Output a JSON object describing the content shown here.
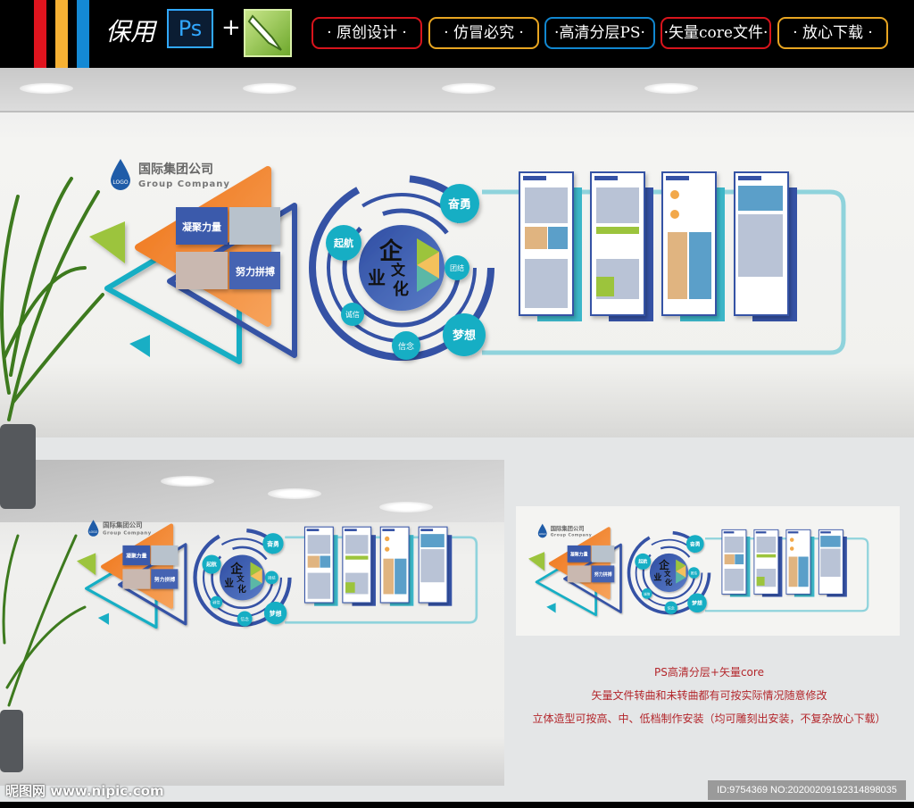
{
  "header": {
    "signature": "保用",
    "ps_label": "Ps",
    "plus": "+",
    "tags": [
      {
        "label": "· 原创设计 ·",
        "color": "#d8141c"
      },
      {
        "label": "· 仿冒必究 ·",
        "color": "#e8a521"
      },
      {
        "label": "·高清分层PS·",
        "color": "#1187d0"
      },
      {
        "label": "·矢量core文件·",
        "color": "#d8141c"
      },
      {
        "label": "· 放心下载 ·",
        "color": "#e8a521"
      }
    ],
    "bar_colors": [
      "#e0141e",
      "#f6b134",
      "#1489d4"
    ]
  },
  "design": {
    "logo": "LOGO",
    "company_cn": "国际集团公司",
    "company_en": "Group Company",
    "tile_1": "凝聚力量",
    "tile_2": "努力拼搏",
    "center_title_1": "企",
    "center_title_2": "业",
    "center_title_3": "文",
    "center_title_4": "化",
    "bubbles": [
      "奋勇",
      "起航",
      "团结",
      "诚信",
      "信念",
      "梦想"
    ],
    "colors": {
      "orange": "#ef7d22",
      "blue": "#3552a5",
      "teal": "#19aec4",
      "lime": "#9cc43c"
    }
  },
  "notes": {
    "line_1": "PS高清分层+矢量core",
    "line_2": "矢量文件转曲和未转曲都有可按实际情况随意修改",
    "line_3": "立体造型可按高、中、低档制作安装（均可雕刻出安装，不复杂放心下载）"
  },
  "watermark": "昵图网 www.nipic.com",
  "image_id": "ID:9754369 NO:20200209192314898035"
}
